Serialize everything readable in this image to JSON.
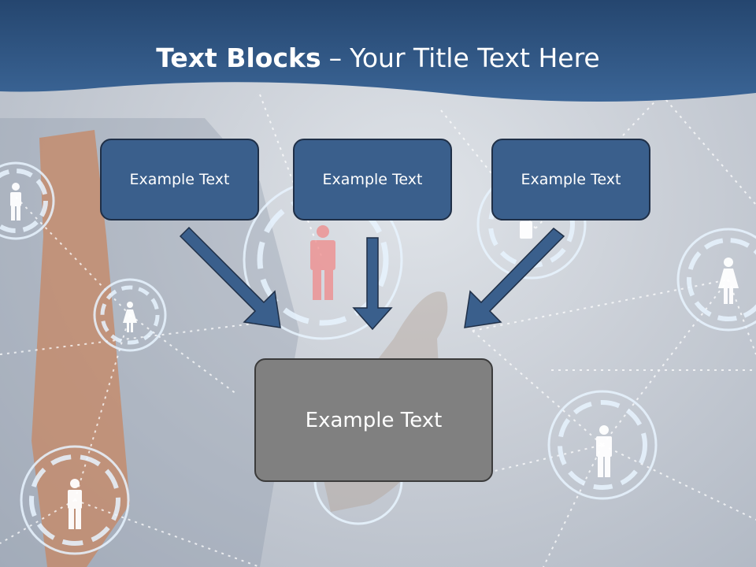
{
  "slide": {
    "title_bold": "Text Blocks",
    "title_dash": "–",
    "title_rest": "Your Title Text Here"
  },
  "blocks": [
    {
      "label": "Example Text"
    },
    {
      "label": "Example Text"
    },
    {
      "label": "Example Text"
    }
  ],
  "target_block": {
    "label": "Example Text"
  },
  "colors": {
    "header": "#2f5685",
    "block_fill": "#3a5f8c",
    "block_border": "#1f2f47",
    "arrow": "#3a5f8c",
    "target_fill": "#808080"
  },
  "icons": [
    "person-icon",
    "woman-icon",
    "circle-ring-icon",
    "down-arrow-icon"
  ]
}
